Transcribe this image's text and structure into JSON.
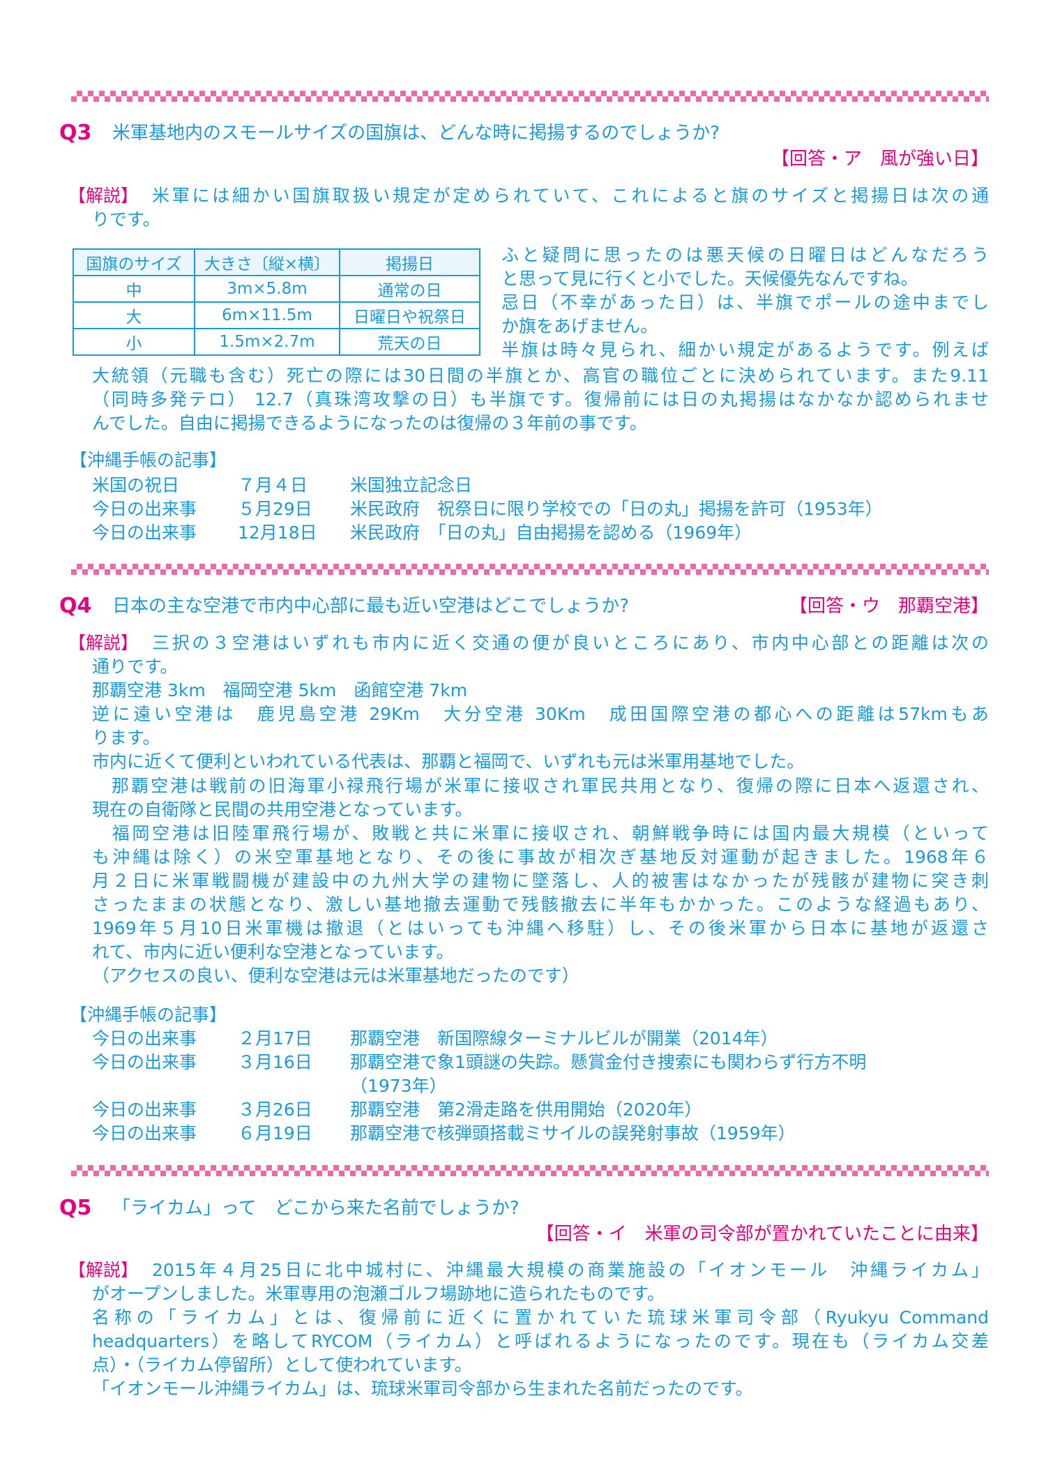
{
  "colors": {
    "text": "#1a9ad6",
    "accent": "#e4007f",
    "checker": "#ec6aa9"
  },
  "explanation_label": "【解説】",
  "notebook_heading": "【沖縄手帳の記事】",
  "q3": {
    "label": "Q3",
    "question": "米軍基地内のスモールサイズの国旗は、どんな時に掲揚するのでしょうか?",
    "answer": "【回答・ア　風が強い日】",
    "explanation_lines": [
      "米軍には細かい国旗取扱い規定が定められていて、これによると旗のサイズと掲揚日は次の通",
      "りです。"
    ],
    "table": {
      "headers": [
        "国旗のサイズ",
        "大きさ〔縦×横〕",
        "掲揚日"
      ],
      "rows": [
        [
          "中",
          "3m×5.8m",
          "通常の日"
        ],
        [
          "大",
          "6m×11.5m",
          "日曜日や祝祭日"
        ],
        [
          "小",
          "1.5m×2.7m",
          "荒天の日"
        ]
      ]
    },
    "side_lines": [
      "ふと疑問に思ったのは悪天候の日曜日はどんなだろう",
      "と思って見に行くと小でした。天候優先なんですね。",
      "忌日（不幸があった日）は、半旗でポールの途中までし",
      "か旗をあげません。",
      "半旗は時々見られ、細かい規定があるようです。例えば"
    ],
    "after_lines": [
      "大統領（元職も含む）死亡の際には30日間の半旗とか、高官の職位ごとに決められています。また9.11",
      "（同時多発テロ） 12.7（真珠湾攻撃の日）も半旗です。復帰前には日の丸掲揚はなかなか認められませ",
      "んでした。自由に掲揚できるようになったのは復帰の３年前の事です。"
    ],
    "notebook": [
      [
        "米国の祝日",
        "７月４日",
        "米国独立記念日"
      ],
      [
        "今日の出来事",
        "５月29日",
        "米民政府　祝祭日に限り学校での「日の丸」掲揚を許可（1953年）"
      ],
      [
        "今日の出来事",
        "12月18日",
        "米民政府　「日の丸」自由掲揚を認める（1969年）"
      ]
    ]
  },
  "q4": {
    "label": "Q4",
    "question": "日本の主な空港で市内中心部に最も近い空港はどこでしょうか?",
    "answer": "【回答・ウ　那覇空港】",
    "explanation_lines": [
      "三択の３空港はいずれも市内に近く交通の便が良いところにあり、市内中心部との距離は次の",
      "通りです。",
      "那覇空港 3km　福岡空港 5km　函館空港 7km",
      "逆に遠い空港は　鹿児島空港 29Km　大分空港 30Km　成田国際空港の都心への距離は57kmもあ",
      "ります。",
      "市内に近くて便利といわれている代表は、那覇と福岡で、いずれも元は米軍用基地でした。",
      "　那覇空港は戦前の旧海軍小禄飛行場が米軍に接収され軍民共用となり、復帰の際に日本へ返還され、",
      "現在の自衛隊と民間の共用空港となっています。",
      "　福岡空港は旧陸軍飛行場が、敗戦と共に米軍に接収され、朝鮮戦争時には国内最大規模（といって",
      "も沖縄は除く）の米空軍基地となり、その後に事故が相次ぎ基地反対運動が起きました。1968年６",
      "月２日に米軍戦闘機が建設中の九州大学の建物に墜落し、人的被害はなかったが残骸が建物に突き刺",
      "さったままの状態となり、激しい基地撤去運動で残骸撤去に半年もかかった。このような経過もあり、",
      "1969年５月10日米軍機は撤退（とはいっても沖縄へ移駐）し、その後米軍から日本に基地が返還さ",
      "れて、市内に近い便利な空港となっています。",
      "（アクセスの良い、便利な空港は元は米軍基地だったのです）"
    ],
    "notebook": [
      [
        "今日の出来事",
        "２月17日",
        "那覇空港　新国際線ターミナルビルが開業（2014年）"
      ],
      [
        "今日の出来事",
        "３月16日",
        "那覇空港で象1頭謎の失踪。懸賞金付き捜索にも関わらず行方不明"
      ],
      [
        "",
        "",
        "（1973年）"
      ],
      [
        "今日の出来事",
        "３月26日",
        "那覇空港　第2滑走路を供用開始（2020年）"
      ],
      [
        "今日の出来事",
        "６月19日",
        "那覇空港で核弾頭搭載ミサイルの誤発射事故（1959年）"
      ]
    ]
  },
  "q5": {
    "label": "Q5",
    "question": "「ライカム」って　どこから来た名前でしょうか?",
    "answer": "【回答・イ　米軍の司令部が置かれていたことに由来】",
    "explanation_lines": [
      "2015年４月25日に北中城村に、沖縄最大規模の商業施設の「イオンモール　沖縄ライカム」",
      "がオープンしました。米軍専用の泡瀬ゴルフ場跡地に造られたものです。",
      "名称の「ライカム」とは、復帰前に近くに置かれていた琉球米軍司令部（Ryukyu Command",
      "headquarters）を略してRYCOM（ライカム）と呼ばれるようになったのです。現在も（ライカム交差",
      "点）・（ライカム停留所）として使われています。",
      "「イオンモール沖縄ライカム」は、琉球米軍司令部から生まれた名前だったのです。"
    ]
  }
}
